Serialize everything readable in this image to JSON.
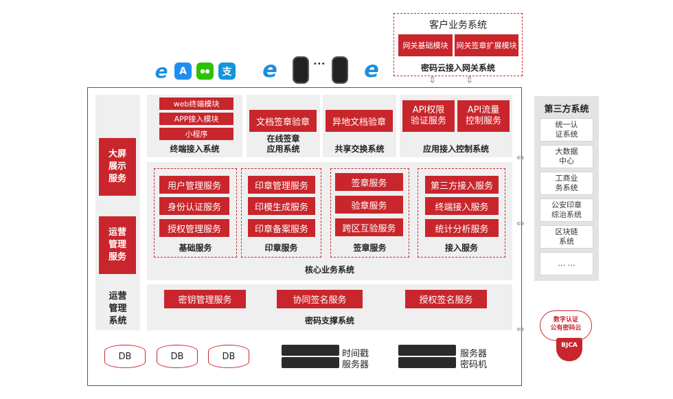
{
  "customer": {
    "title": "客户业务系统",
    "module1": "网关基础模块",
    "module2": "网关签章扩展模块",
    "gateway": "密码云接入网关系统"
  },
  "icons": {
    "ie": "e",
    "appstore": "A",
    "wechat": "●●",
    "alipay": "支",
    "ellipsis": "•••"
  },
  "left": {
    "bigscreen": "大屏\n展示\n服务",
    "ops_service": "运营\n管理\n服务",
    "ops_system": "运营\n管理\n系统"
  },
  "terminal": {
    "items": [
      "web终端模块",
      "APP接入模块",
      "小程序"
    ],
    "title": "终端接入系统"
  },
  "online": {
    "item": "文档签章验章",
    "title": "在线签章\n应用系统"
  },
  "shared": {
    "item": "异地文档验章",
    "title": "共享交换系统"
  },
  "appctrl": {
    "items": [
      "API权限\n验证服务",
      "API流量\n控制服务"
    ],
    "title": "应用接入控制系统"
  },
  "core": {
    "title": "核心业务系统",
    "groups": [
      {
        "title": "基础服务",
        "items": [
          "用户管理服务",
          "身份认证服务",
          "授权管理服务"
        ]
      },
      {
        "title": "印章服务",
        "items": [
          "印章管理服务",
          "印模生成服务",
          "印章备案服务"
        ]
      },
      {
        "title": "签章服务",
        "items": [
          "签章服务",
          "验章服务",
          "跨区互验服务"
        ]
      },
      {
        "title": "接入服务",
        "items": [
          "第三方接入服务",
          "终端接入服务",
          "统计分析服务"
        ]
      }
    ]
  },
  "crypto": {
    "title": "密码支撑系统",
    "items": [
      "密钥管理服务",
      "协同签名服务",
      "授权签名服务"
    ]
  },
  "storage": {
    "db": [
      "DB",
      "DB",
      "DB"
    ],
    "timestamp": "时间戳\n服务器",
    "cipher": "服务器\n密码机"
  },
  "third": {
    "title": "第三方系统",
    "items": [
      "统一认\n证系统",
      "大数据\n中心",
      "工商业\n务系统",
      "公安印章\n综治系统",
      "区块链\n系统",
      "… …"
    ]
  },
  "cloud": {
    "text": "数字认证\n公有密码云",
    "logo": "BJCA"
  },
  "colors": {
    "accent": "#c8262c",
    "panel": "#efefef"
  }
}
